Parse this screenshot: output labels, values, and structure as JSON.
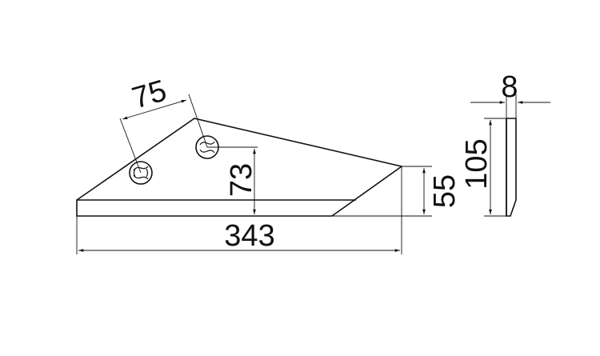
{
  "diagram": {
    "type": "technical-drawing",
    "subject": "plough share blade",
    "colors": {
      "stroke": "#111111",
      "background": "#ffffff"
    },
    "views": {
      "front": {
        "dimensions": {
          "hole_spacing": "75",
          "hole_height": "73",
          "tip_height": "55",
          "overall_length": "343"
        }
      },
      "side": {
        "dimensions": {
          "thickness": "8",
          "height": "105"
        }
      }
    }
  }
}
